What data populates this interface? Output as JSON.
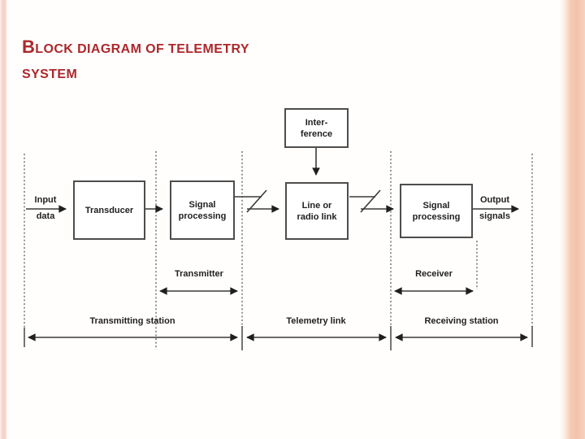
{
  "title": {
    "line1": "BLOCK DIAGRAM OF TELEMETRY",
    "line2": "SYSTEM"
  },
  "diagram": {
    "boxes": [
      {
        "id": "interference",
        "label": "Inter-\nference"
      },
      {
        "id": "transducer",
        "label": "Transducer"
      },
      {
        "id": "signal-processing-tx",
        "label": "Signal\nprocessing"
      },
      {
        "id": "line-or-radio-link",
        "label": "Line or\nradio link"
      },
      {
        "id": "signal-processing-rx",
        "label": "Signal\nprocessing"
      }
    ],
    "flow_labels": {
      "input": "Input\ndata",
      "output": "Output\nsignals"
    },
    "bracket_labels": {
      "transmitter": "Transmitter",
      "receiver": "Receiver"
    },
    "section_labels": {
      "transmitting_station": "Transmitting station",
      "telemetry_link": "Telemetry link",
      "receiving_station": "Receiving station"
    }
  },
  "colors": {
    "title_red": "#ad272b",
    "line_gray": "#3a3a3a",
    "box_border_gray": "#4d4d4d",
    "left_strip_pink": "#f6cfc6",
    "right_band_salmon": "#f3c3ab"
  }
}
